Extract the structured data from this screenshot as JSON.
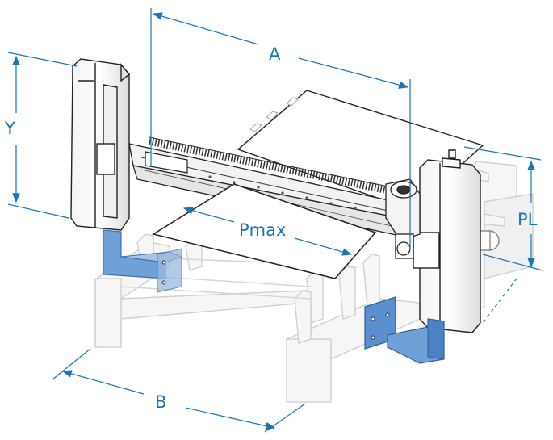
{
  "diagram": {
    "labels": {
      "A": "A",
      "B": "B",
      "Y": "Y",
      "PL": "PL",
      "Pmax": "Pmax"
    },
    "colors": {
      "dimension": "#1a74b8",
      "bracket": "#4a86c8",
      "bracket_fill": "#6fa0d8",
      "ghost": "#c8c8c8",
      "outline": "#222222",
      "background": "#ffffff"
    }
  }
}
